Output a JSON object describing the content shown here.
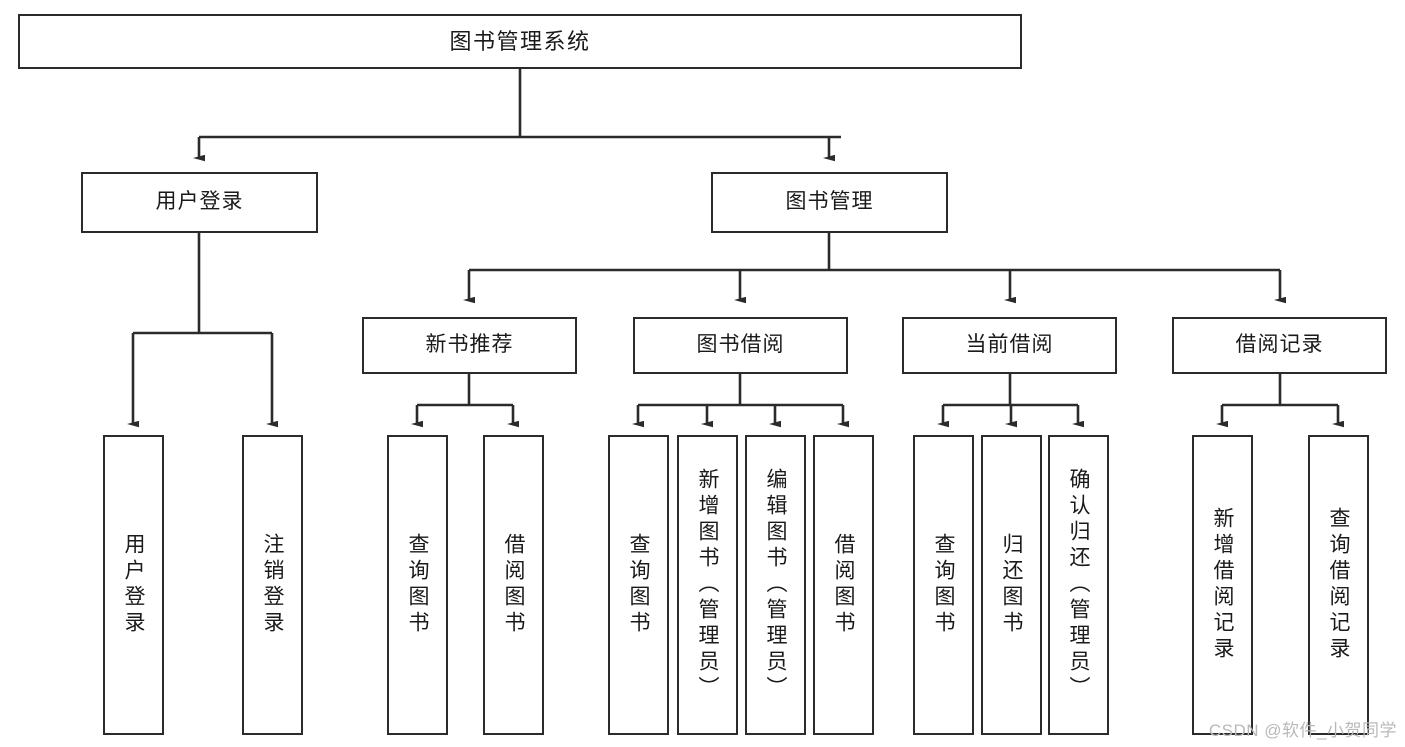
{
  "diagram": {
    "title": "图书管理系统",
    "watermark": "CSDN @软件_小贺同学",
    "colors": {
      "box_border": "#2b2b2b",
      "box_fill": "#ffffff",
      "connector": "#2b2b2b",
      "background": "#ffffff",
      "watermark": "#b9b9b9"
    },
    "levels": {
      "root": [
        "图书管理系统"
      ],
      "level2": [
        "用户登录",
        "图书管理"
      ],
      "level3": [
        "新书推荐",
        "图书借阅",
        "当前借阅",
        "借阅记录"
      ],
      "leaves": [
        "用户登录",
        "注销登录",
        "查询图书",
        "借阅图书",
        "查询图书",
        "新增图书（管理员）",
        "编辑图书（管理员）",
        "借阅图书",
        "查询图书",
        "归还图书",
        "确认归还（管理员）",
        "新增借阅记录",
        "查询借阅记录"
      ]
    },
    "nodes": {
      "root": "图书管理系统",
      "user_login": "用户登录",
      "book_manage": "图书管理",
      "new_book_rec": "新书推荐",
      "book_borrow": "图书借阅",
      "current_borrow": "当前借阅",
      "borrow_record": "借阅记录",
      "leaf_user_login": "用户登录",
      "leaf_logout": "注销登录",
      "leaf_query_book_1": "查询图书",
      "leaf_borrow_book_1": "借阅图书",
      "leaf_query_book_2": "查询图书",
      "leaf_add_book_admin": "新增图书（管理员）",
      "leaf_edit_book_admin": "编辑图书（管理员）",
      "leaf_borrow_book_2": "借阅图书",
      "leaf_query_book_3": "查询图书",
      "leaf_return_book": "归还图书",
      "leaf_confirm_return_admin": "确认归还（管理员）",
      "leaf_add_record": "新增借阅记录",
      "leaf_query_record": "查询借阅记录"
    }
  }
}
